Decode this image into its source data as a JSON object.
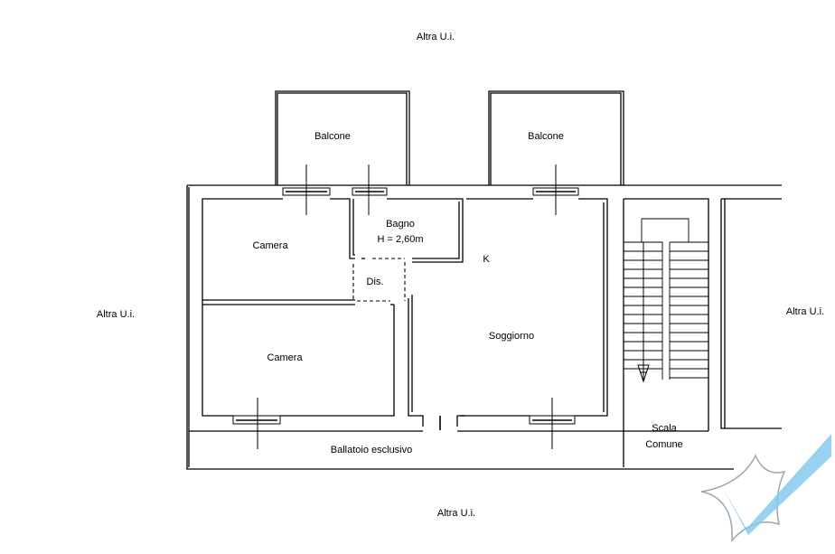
{
  "neighbors": {
    "top": "Altra U.i.",
    "left": "Altra U.i.",
    "right": "Altra U.i.",
    "bottom": "Altra U.i."
  },
  "rooms": {
    "balcony_left": "Balcone",
    "balcony_right": "Balcone",
    "bedroom_upper": "Camera",
    "bedroom_lower": "Camera",
    "bathroom": "Bagno",
    "bathroom_height": "H = 2,60m",
    "hallway": "Dis.",
    "kitchen_mark": "K",
    "living_room": "Soggiorno",
    "gallery": "Ballatoio esclusivo",
    "stair_line1": "Scala",
    "stair_line2": "Comune"
  },
  "colors": {
    "wall": "#000000",
    "watermark": "#87c9ee"
  }
}
